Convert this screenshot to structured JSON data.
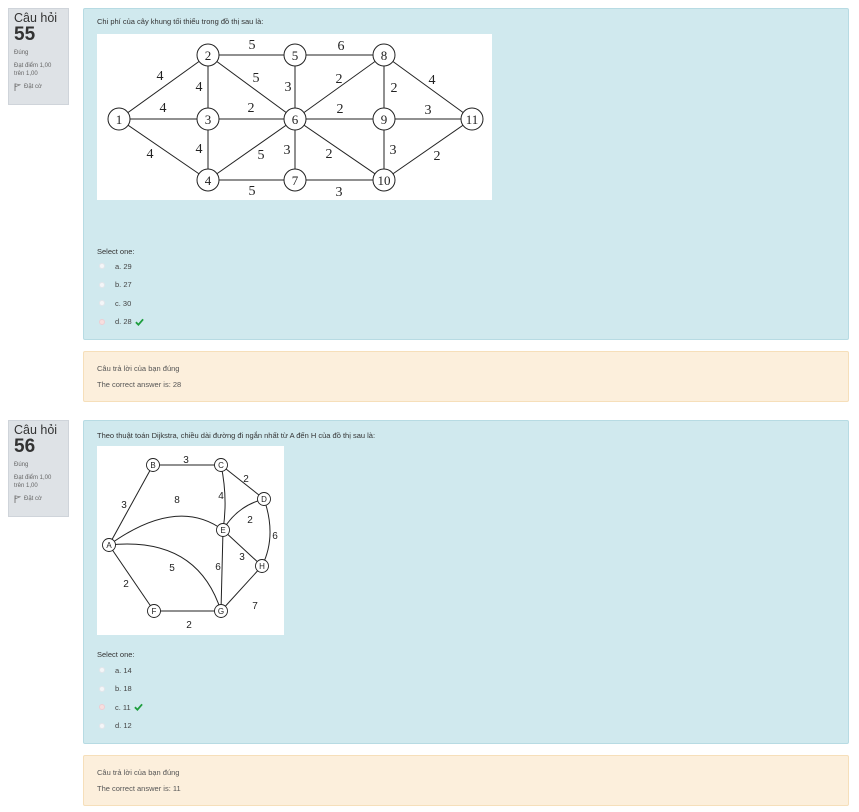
{
  "questions": [
    {
      "label": "Câu hỏi",
      "number": "55",
      "state": "Đúng",
      "grade_line1": "Đạt điểm 1,00",
      "grade_line2": "trên 1,00",
      "flag_label": "Đặt cờ",
      "question_text": "Chi phí của cây khung tối thiểu trong đồ thị sau là:",
      "select_prompt": "Select one:",
      "options": [
        {
          "label": "a. 29",
          "checked": false,
          "correct": false
        },
        {
          "label": "b. 27",
          "checked": false,
          "correct": false
        },
        {
          "label": "c. 30",
          "checked": false,
          "correct": false
        },
        {
          "label": "d. 28",
          "checked": true,
          "correct": true
        }
      ],
      "feedback_line1": "Câu trả lời của bạn đúng",
      "feedback_line2": "The correct answer is: 28",
      "graph": {
        "nodes": [
          "1",
          "2",
          "3",
          "4",
          "5",
          "6",
          "7",
          "8",
          "9",
          "10",
          "11"
        ],
        "edges": [
          [
            "1",
            "2",
            "4"
          ],
          [
            "1",
            "3",
            "4"
          ],
          [
            "1",
            "4",
            "4"
          ],
          [
            "2",
            "3",
            "4"
          ],
          [
            "2",
            "5",
            "5"
          ],
          [
            "2",
            "6",
            "5"
          ],
          [
            "3",
            "6",
            "2"
          ],
          [
            "3",
            "4",
            "4"
          ],
          [
            "4",
            "6",
            "5"
          ],
          [
            "4",
            "7",
            "5"
          ],
          [
            "5",
            "6",
            "3"
          ],
          [
            "5",
            "8",
            "6"
          ],
          [
            "6",
            "8",
            "2"
          ],
          [
            "6",
            "9",
            "2"
          ],
          [
            "6",
            "7",
            "3"
          ],
          [
            "6",
            "10",
            "2"
          ],
          [
            "7",
            "10",
            "3"
          ],
          [
            "8",
            "9",
            "2"
          ],
          [
            "8",
            "11",
            "4"
          ],
          [
            "9",
            "11",
            "3"
          ],
          [
            "9",
            "10",
            "3"
          ],
          [
            "10",
            "11",
            "2"
          ]
        ]
      }
    },
    {
      "label": "Câu hỏi",
      "number": "56",
      "state": "Đúng",
      "grade_line1": "Đạt điểm 1,00",
      "grade_line2": "trên 1,00",
      "flag_label": "Đặt cờ",
      "question_text": "Theo thuật toán Dijkstra, chiều dài đường đi ngắn nhất từ A đến H của đồ thị sau là:",
      "select_prompt": "Select one:",
      "options": [
        {
          "label": "a. 14",
          "checked": false,
          "correct": false
        },
        {
          "label": "b. 18",
          "checked": false,
          "correct": false
        },
        {
          "label": "c. 11",
          "checked": true,
          "correct": true
        },
        {
          "label": "d. 12",
          "checked": false,
          "correct": false
        }
      ],
      "feedback_line1": "Câu trả lời của bạn đúng",
      "feedback_line2": "The correct answer is: 11",
      "graph": {
        "nodes": [
          "A",
          "B",
          "C",
          "D",
          "E",
          "F",
          "G",
          "H"
        ],
        "edges": [
          [
            "A",
            "B",
            "3"
          ],
          [
            "A",
            "E",
            "8"
          ],
          [
            "A",
            "G",
            "5"
          ],
          [
            "A",
            "F",
            "2"
          ],
          [
            "B",
            "C",
            "3"
          ],
          [
            "C",
            "E",
            "4"
          ],
          [
            "C",
            "D",
            "2"
          ],
          [
            "E",
            "D",
            "2"
          ],
          [
            "D",
            "H",
            "6"
          ],
          [
            "E",
            "H",
            "3"
          ],
          [
            "E",
            "G",
            "6"
          ],
          [
            "F",
            "G",
            "2"
          ],
          [
            "G",
            "H",
            "7"
          ]
        ]
      }
    }
  ],
  "colors": {
    "info_bg": "#dee2e6",
    "formulation_bg": "#d0e9ee",
    "feedback_bg": "#fcefdc",
    "correct_tick": "#1e9e3e"
  }
}
